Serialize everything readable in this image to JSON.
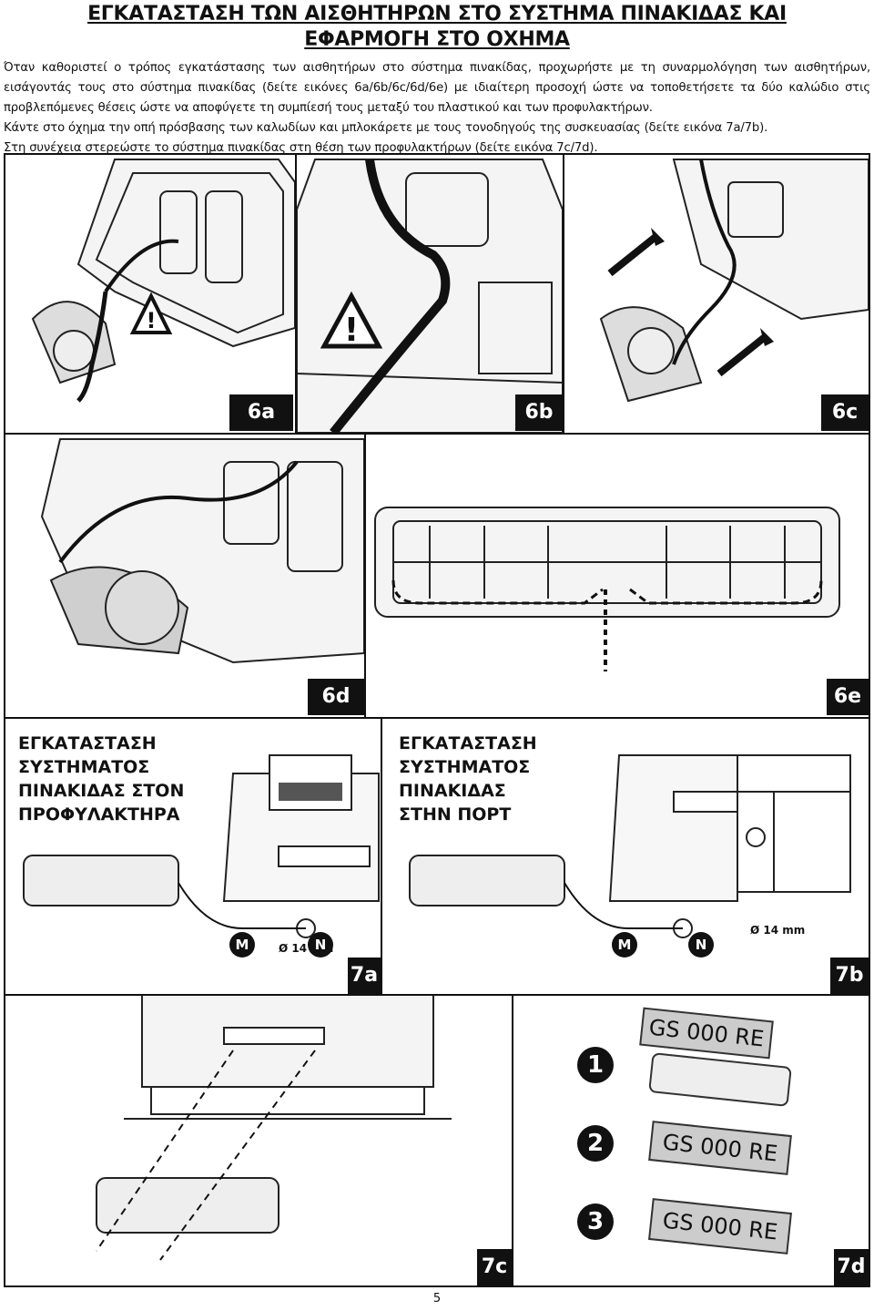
{
  "title": {
    "line1": "ΕΓΚΑΤΑΣΤΑΣΗ ΤΩΝ ΑΙΣΘΗΤΗΡΩΝ ΣΤΟ ΣΥΣΤΗΜΑ ΠΙΝΑΚΙΔΑΣ ΚΑΙ",
    "line2": "ΕΦΑΡΜΟΓΗ ΣΤΟ ΟΧΗΜΑ"
  },
  "intro": {
    "p1": "Όταν καθοριστεί ο τρόπος εγκατάστασης των αισθητήρων στο σύστημα πινακίδας, προχωρήστε με τη συναρμολόγηση των αισθητήρων, εισάγοντάς τους στο σύστημα πινακίδας (δείτε εικόνες 6a/6b/6c/6d/6e) με ιδιαίτερη προσοχή ώστε να τοποθετήσετε τα δύο καλώδιο στις προβλεπόμενες θέσεις ώστε να αποφύγετε τη συμπίεσή τους μεταξύ του πλαστικού και των προφυλακτήρων.",
    "p2": "Κάντε στο όχημα την οπή πρόσβασης των καλωδίων και μπλοκάρετε με τους τονοδηγούς της συσκευασίας (δείτε εικόνα 7a/7b).",
    "p3": "Στη συνέχεια στερεώστε το σύστημα πινακίδας στη θέση των προφυλακτήρων (δείτε εικόνα 7c/7d)."
  },
  "figures": {
    "f6a": "6a",
    "f6b": "6b",
    "f6c": "6c",
    "f6d": "6d",
    "f6e": "6e",
    "f7a": "7a",
    "f7b": "7b",
    "f7c": "7c",
    "f7d": "7d"
  },
  "install_bumper": [
    "ΕΓΚΑΤΑΣΤΑΣΗ",
    "ΣΥΣΤΗΜΑΤΟΣ",
    "ΠΙΝΑΚΙΔΑΣ ΣΤΟΝ",
    "ΠΡΟΦΥΛΑΚΤΗΡΑ"
  ],
  "install_door": [
    "ΕΓΚΑΤΑΣΤΑΣΗ",
    "ΣΥΣΤΗΜΑΤΟΣ",
    "ΠΙΝΑΚΙΔΑΣ",
    "ΣΤΗΝ ΠΟΡΤ"
  ],
  "drill_size": "Ø 14 mm",
  "connectors": {
    "m": "M",
    "n": "N"
  },
  "steps": [
    "1",
    "2",
    "3"
  ],
  "plate_text": "GS 000 RE",
  "page_number": "5"
}
